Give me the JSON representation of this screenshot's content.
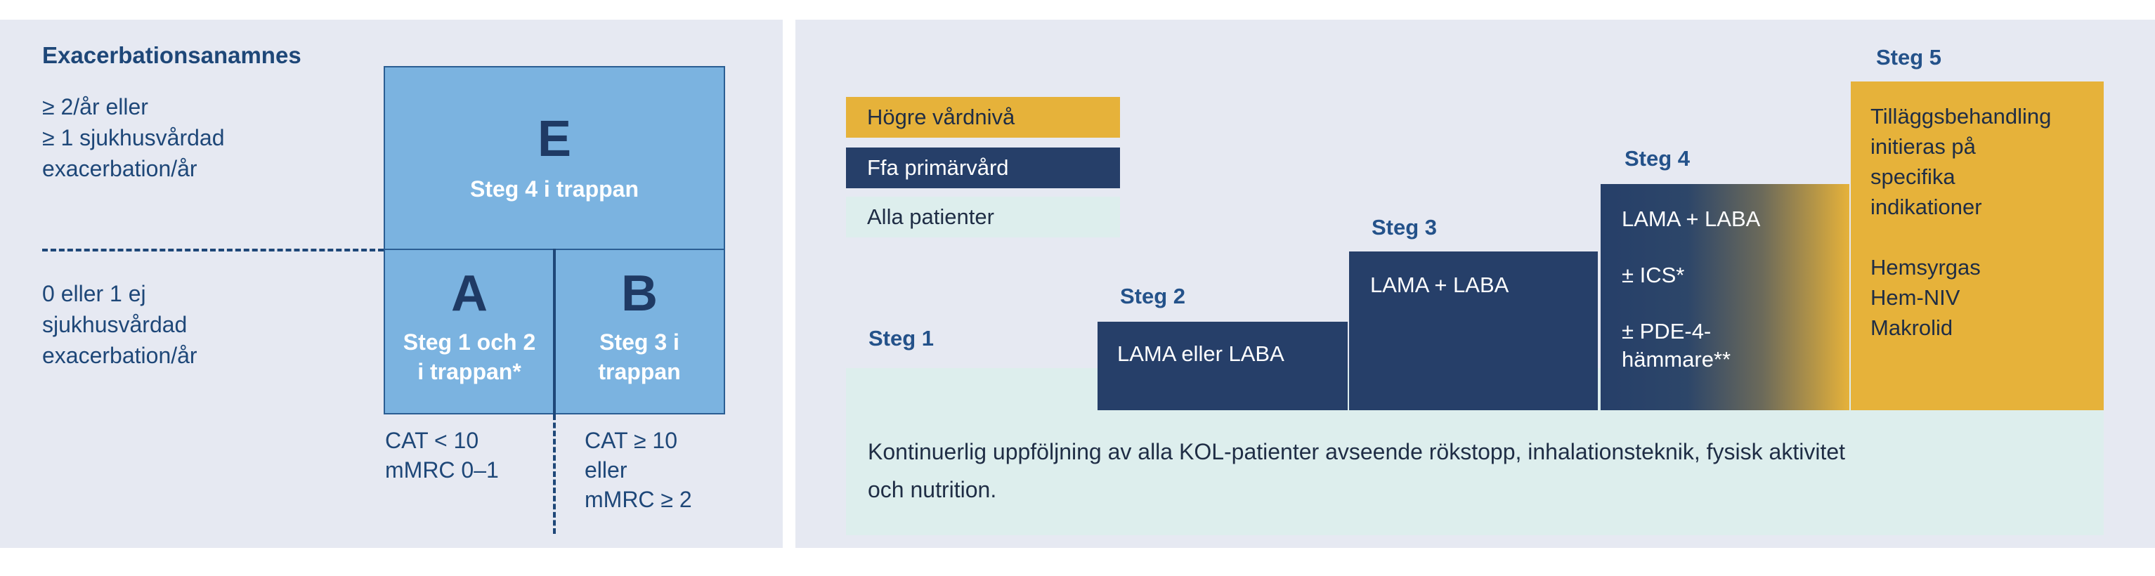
{
  "colors": {
    "panel_bg": "#e6e9f2",
    "box_blue": "#7bb3e0",
    "dark_navy": "#263f69",
    "gold": "#e6b23a",
    "mint": "#ddeeed",
    "text_blue": "#1e4778"
  },
  "left": {
    "heading": "Exacerbationsanamnes",
    "row_high": [
      "≥ 2/år eller",
      "≥ 1 sjukhusvårdad",
      "exacerbation/år"
    ],
    "row_low": [
      "0 eller 1 ej",
      "sjukhusvårdad",
      "exacerbation/år"
    ],
    "box_e": {
      "letter": "E",
      "label": "Steg 4 i trappan"
    },
    "box_a": {
      "letter": "A",
      "label_lines": [
        "Steg 1 och 2",
        "i trappan*"
      ]
    },
    "box_b": {
      "letter": "B",
      "label_lines": [
        "Steg 3 i",
        "trappan"
      ]
    },
    "cat_a": [
      "CAT < 10",
      "mMRC 0–1"
    ],
    "cat_b": [
      "CAT ≥ 10",
      "eller",
      "mMRC ≥ 2"
    ]
  },
  "right": {
    "legend": [
      {
        "label": "Högre vårdnivå",
        "color": "#e6b23a"
      },
      {
        "label": "Ffa primärvård",
        "color": "#263f69"
      },
      {
        "label": "Alla patienter",
        "color": "#ddeeed"
      }
    ],
    "steps": [
      {
        "label": "Steg 1",
        "lines": []
      },
      {
        "label": "Steg 2",
        "lines": [
          "LAMA eller LABA"
        ]
      },
      {
        "label": "Steg 3",
        "lines": [
          "LAMA + LABA"
        ]
      },
      {
        "label": "Steg 4",
        "lines": [
          "LAMA + LABA",
          "± ICS*",
          "± PDE-4-",
          "hämmare**"
        ]
      },
      {
        "label": "Steg 5",
        "lines": [
          "Tilläggsbehandling",
          "initieras på",
          "specifika",
          "indikationer",
          "Hemsyrgas",
          "Hem-NIV",
          "Makrolid"
        ]
      }
    ],
    "footer": [
      "Kontinuerlig uppföljning av alla KOL-patienter avseende rökstopp, inhalationsteknik, fysisk aktivitet",
      "och nutrition."
    ]
  }
}
